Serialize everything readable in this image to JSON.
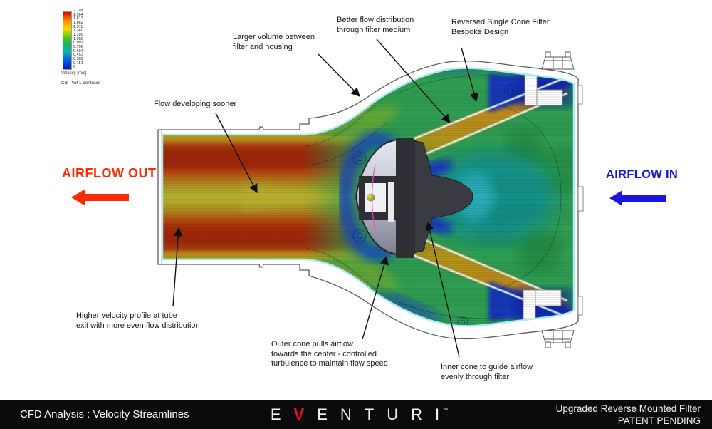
{
  "legend": {
    "values": [
      "2.118",
      "1.964",
      "1.813",
      "1.662",
      "1.511",
      "1.360",
      "1.209",
      "1.058",
      "0.907",
      "0.756",
      "0.604",
      "0.453",
      "0.302",
      "0.151",
      "0"
    ],
    "unit_label": "Velocity [m/s]",
    "caption": "Cut Plot 1 contours"
  },
  "annotations": {
    "larger_volume": "Larger volume between\nfilter and housing",
    "better_flow": "Better flow distribution\nthrough filter medium",
    "reversed_cone": "Reversed Single Cone Filter\nBespoke Design",
    "flow_developing": "Flow developing sooner",
    "higher_velocity": "Higher velocity profile at tube\nexit with more even flow distribution",
    "outer_cone": "Outer cone pulls airflow\ntowards the center - controlled\nturbulence to maintain flow speed",
    "inner_cone": "Inner cone to guide airflow\nevenly through filter"
  },
  "airflow": {
    "out_label": "AIRFLOW OUT",
    "in_label": "AIRFLOW IN",
    "out_color": "#ff2a04",
    "in_color": "#1518dd"
  },
  "footer": {
    "left": "CFD Analysis : Velocity Streamlines",
    "brand_letters": [
      "E",
      "V",
      "E",
      "N",
      "T",
      "U",
      "R",
      "I"
    ],
    "brand_tm": "™",
    "brand_accent_color": "#e21320",
    "right_line1": "Upgraded Reverse Mounted Filter",
    "right_line2": "PATENT PENDING"
  }
}
